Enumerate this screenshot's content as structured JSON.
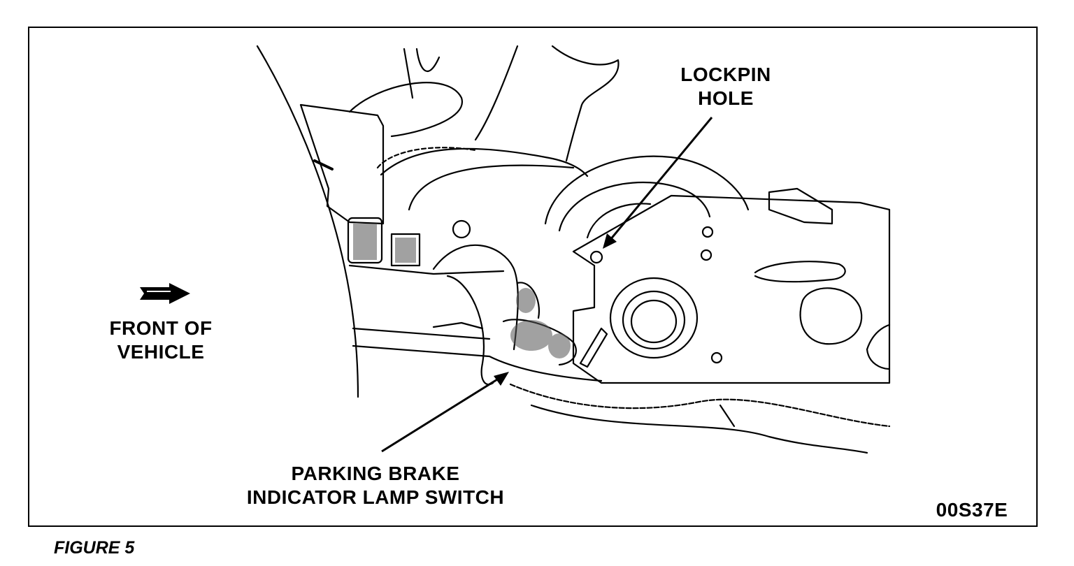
{
  "labels": {
    "lockpin": [
      "LOCKPIN",
      "HOLE"
    ],
    "front": [
      "FRONT OF",
      "VEHICLE"
    ],
    "parking": [
      "PARKING BRAKE",
      "INDICATOR LAMP SWITCH"
    ],
    "figure_id": "00S37E"
  },
  "caption": "FIGURE 5",
  "icons": {
    "direction_arrow": "right-arrow-icon"
  }
}
